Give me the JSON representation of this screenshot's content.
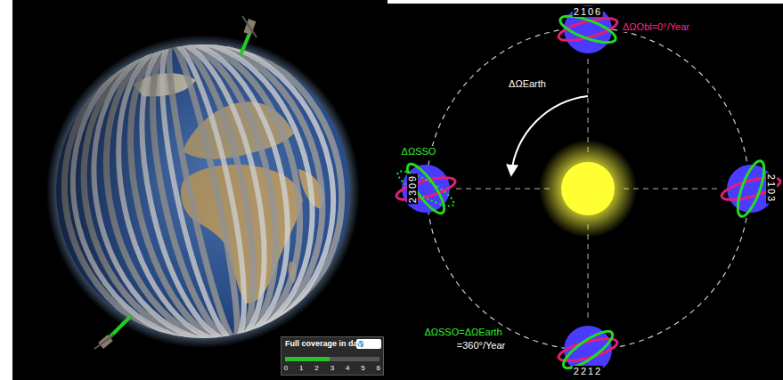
{
  "diagram": {
    "nodes": [
      {
        "text": [
          "Full coverage in days:"
        ]
      }
    ],
    "labels": [
      "2106",
      "2103",
      "2212",
      "2309",
      "ΔΩObl=0°/Year",
      "ΔΩEarth",
      "ΔΩSSO",
      "ΔΩSSO=ΔΩEarth",
      "=360°/Year",
      "0",
      "1",
      "2",
      "3",
      "4",
      "5",
      "6"
    ]
  }
}
